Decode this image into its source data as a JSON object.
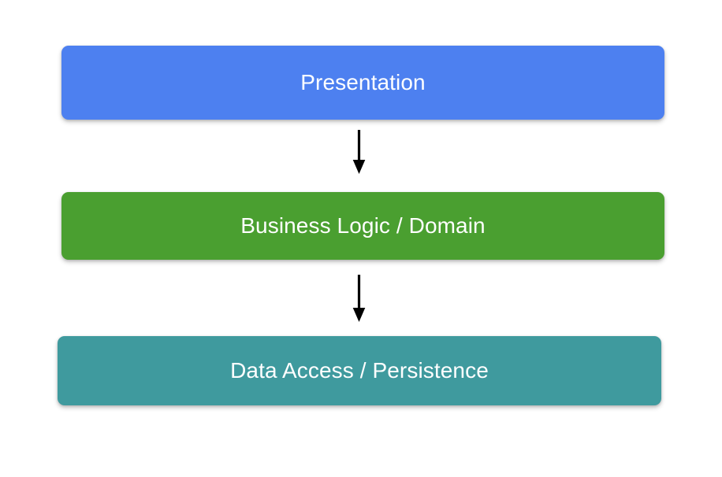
{
  "diagram": {
    "type": "layered-architecture-flow",
    "background_color": "#ffffff",
    "orientation": "vertical-top-down",
    "layers": [
      {
        "id": "presentation",
        "label": "Presentation",
        "fill_color": "#4d80f0",
        "text_color": "#ffffff",
        "order": 1
      },
      {
        "id": "business-logic",
        "label": "Business Logic / Domain",
        "fill_color": "#4a9f30",
        "text_color": "#ffffff",
        "order": 2
      },
      {
        "id": "data-access",
        "label": "Data Access / Persistence",
        "fill_color": "#3f9a9e",
        "text_color": "#ffffff",
        "order": 3
      }
    ],
    "connectors": [
      {
        "id": "presentation-to-business",
        "from": "presentation",
        "to": "business-logic",
        "style": "solid-arrow-down",
        "color": "#000000"
      },
      {
        "id": "business-to-data",
        "from": "business-logic",
        "to": "data-access",
        "style": "solid-arrow-down",
        "color": "#000000"
      }
    ]
  }
}
